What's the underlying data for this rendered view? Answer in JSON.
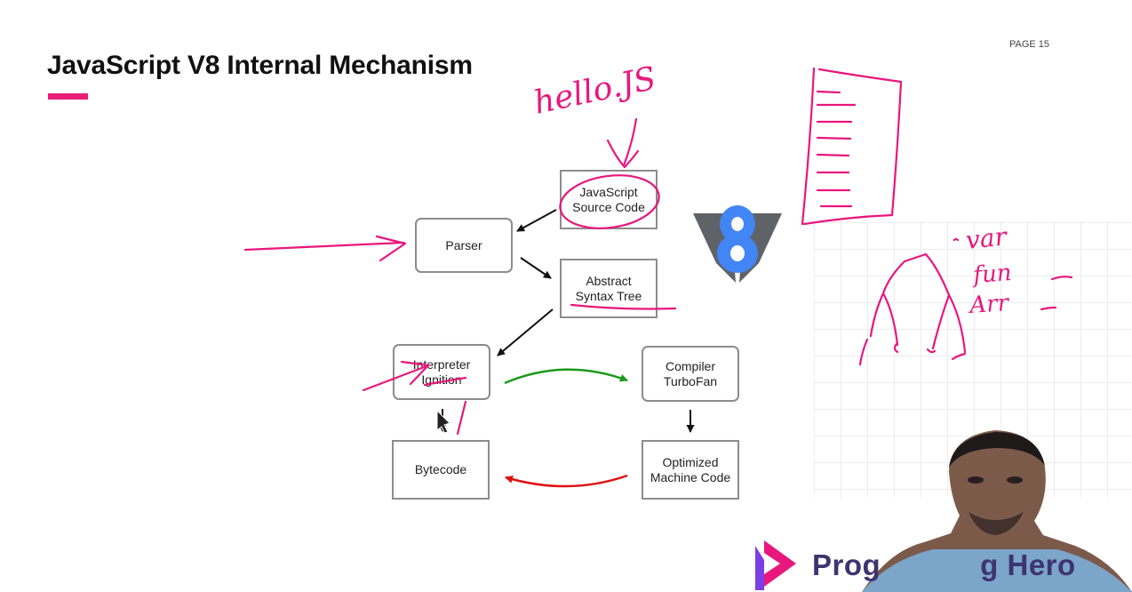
{
  "slide": {
    "title": "JavaScript V8 Internal Mechanism",
    "page_label": "PAGE 15",
    "accent_color": "#e91e78"
  },
  "diagram": {
    "nodes": {
      "source": {
        "line1": "JavaScript",
        "line2": "Source Code"
      },
      "parser": {
        "label": "Parser"
      },
      "ast": {
        "line1": "Abstract",
        "line2": "Syntax Tree"
      },
      "interpreter": {
        "line1": "Interpreter",
        "line2": "Ignition"
      },
      "compiler": {
        "line1": "Compiler",
        "line2": "TurboFan"
      },
      "bytecode": {
        "label": "Bytecode"
      },
      "optimized": {
        "line1": "Optimized",
        "line2": "Machine Code"
      }
    },
    "edges": [
      {
        "from": "source",
        "to": "parser",
        "color": "#111111"
      },
      {
        "from": "parser",
        "to": "ast",
        "color": "#111111"
      },
      {
        "from": "ast",
        "to": "interpreter",
        "color": "#111111"
      },
      {
        "from": "interpreter",
        "to": "compiler",
        "color": "#1a9a1a"
      },
      {
        "from": "interpreter",
        "to": "bytecode",
        "color": "#111111"
      },
      {
        "from": "compiler",
        "to": "optimized",
        "color": "#111111"
      },
      {
        "from": "optimized",
        "to": "bytecode",
        "color": "#e01010"
      }
    ]
  },
  "logo": {
    "name": "v8-logo",
    "color": "#4285f4",
    "shade": "#5f6368"
  },
  "annotations": {
    "handwriting_file": "hello.JS",
    "handwriting_list": [
      "var",
      "fun",
      "Arr"
    ],
    "ink_color": "#e8177d"
  },
  "branding": {
    "text": "Prog",
    "text_end": "g Hero",
    "color": "#3d3470"
  }
}
